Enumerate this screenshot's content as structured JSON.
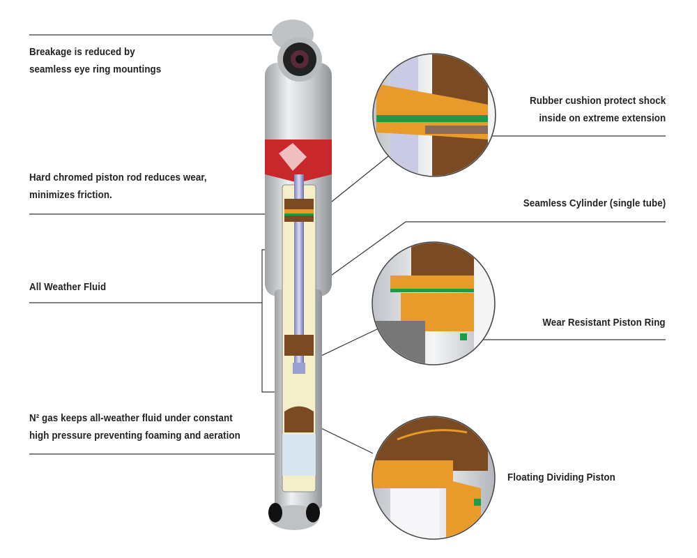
{
  "labels": {
    "eye_ring": [
      "Breakage is reduced by",
      "seamless eye ring mountings"
    ],
    "piston_rod": [
      "Hard chromed piston rod reduces wear,",
      "minimizes friction."
    ],
    "fluid": "All Weather Fluid",
    "gas": [
      "N² gas keeps all-weather fluid under constant",
      "high pressure preventing foaming and aeration"
    ],
    "rubber_cushion": [
      "Rubber cushion protect shock",
      "inside on extreme extension"
    ],
    "cylinder": "Seamless Cylinder (single tube)",
    "piston_ring": "Wear Resistant Piston Ring",
    "dividing_piston": "Floating Dividing Piston"
  },
  "colors": {
    "tube": "#c9cccf",
    "fluid": "#f4efc8",
    "rubber": "#7a4a22",
    "seal": "#e89a2a",
    "ring": "#1e9a4a",
    "banner": "#c8282c"
  }
}
